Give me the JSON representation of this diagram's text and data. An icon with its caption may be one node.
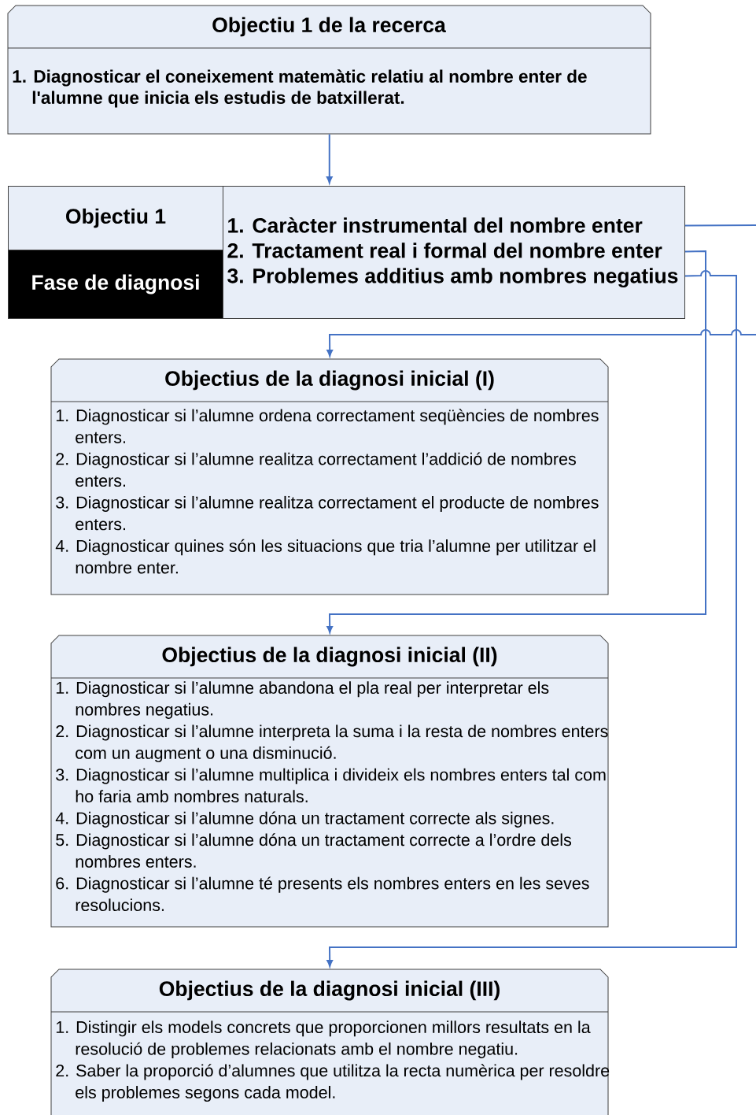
{
  "diagram": {
    "nodes": [
      {
        "text": [
          "Objectiu 1 de la recerca",
          "1. Diagnosticar el coneixement matemàtic relatiu al nombre enter de l'alumne que inicia els estudis de batxillerat."
        ]
      },
      {
        "text": [
          "Objectiu 1"
        ]
      },
      {
        "text": [
          "Fase de diagnosi"
        ]
      },
      {
        "text": [
          "1. Caràcter instrumental del nombre enter",
          "2. Tractament real i formal del nombre enter",
          "3. Problemes additius amb nombres negatius"
        ]
      },
      {
        "text": [
          "Objectius de la diagnosi inicial (I)",
          "1. Diagnosticar si l’alumne ordena correctament seqüències de nombres enters.",
          "2. Diagnosticar si l’alumne realitza correctament l’addició de nombres enters.",
          "3. Diagnosticar si l’alumne realitza correctament el producte de nombres enters.",
          "4. Diagnosticar quines són les situacions que tria l’alumne per utilitzar el nombre enter."
        ]
      },
      {
        "text": [
          "Objectius de la diagnosi inicial (II)",
          "1. Diagnosticar si l’alumne abandona el pla real per interpretar els nombres negatius.",
          "2. Diagnosticar si l’alumne interpreta la suma i la resta de nombres enters com un augment o una disminució.",
          "3. Diagnosticar si l’alumne multiplica i divideix els nombres enters tal com ho faria amb nombres naturals.",
          "4. Diagnosticar si l’alumne dóna un tractament correcte als signes.",
          "5. Diagnosticar si l’alumne dóna un tractament correcte a l’ordre dels nombres enters.",
          "6. Diagnosticar si l’alumne té presents els nombres enters en les seves resolucions."
        ]
      },
      {
        "text": [
          "Objectius de la diagnosi inicial (III)",
          "1. Distingir els models concrets que proporcionen millors resultats en la resolució de problemes relacionats amb el nombre negatiu.",
          "2. Saber la proporció d’alumnes que utilitza la recta numèrica per resoldre els problemes segons cada model."
        ]
      }
    ],
    "edges": [
      {
        "from": 0,
        "to": 3,
        "arrow": "to"
      },
      {
        "from": 3,
        "to": 4,
        "arrow": "to"
      },
      {
        "from": 3,
        "to": 5,
        "arrow": "to"
      },
      {
        "from": 3,
        "to": 6,
        "arrow": "to"
      }
    ]
  }
}
